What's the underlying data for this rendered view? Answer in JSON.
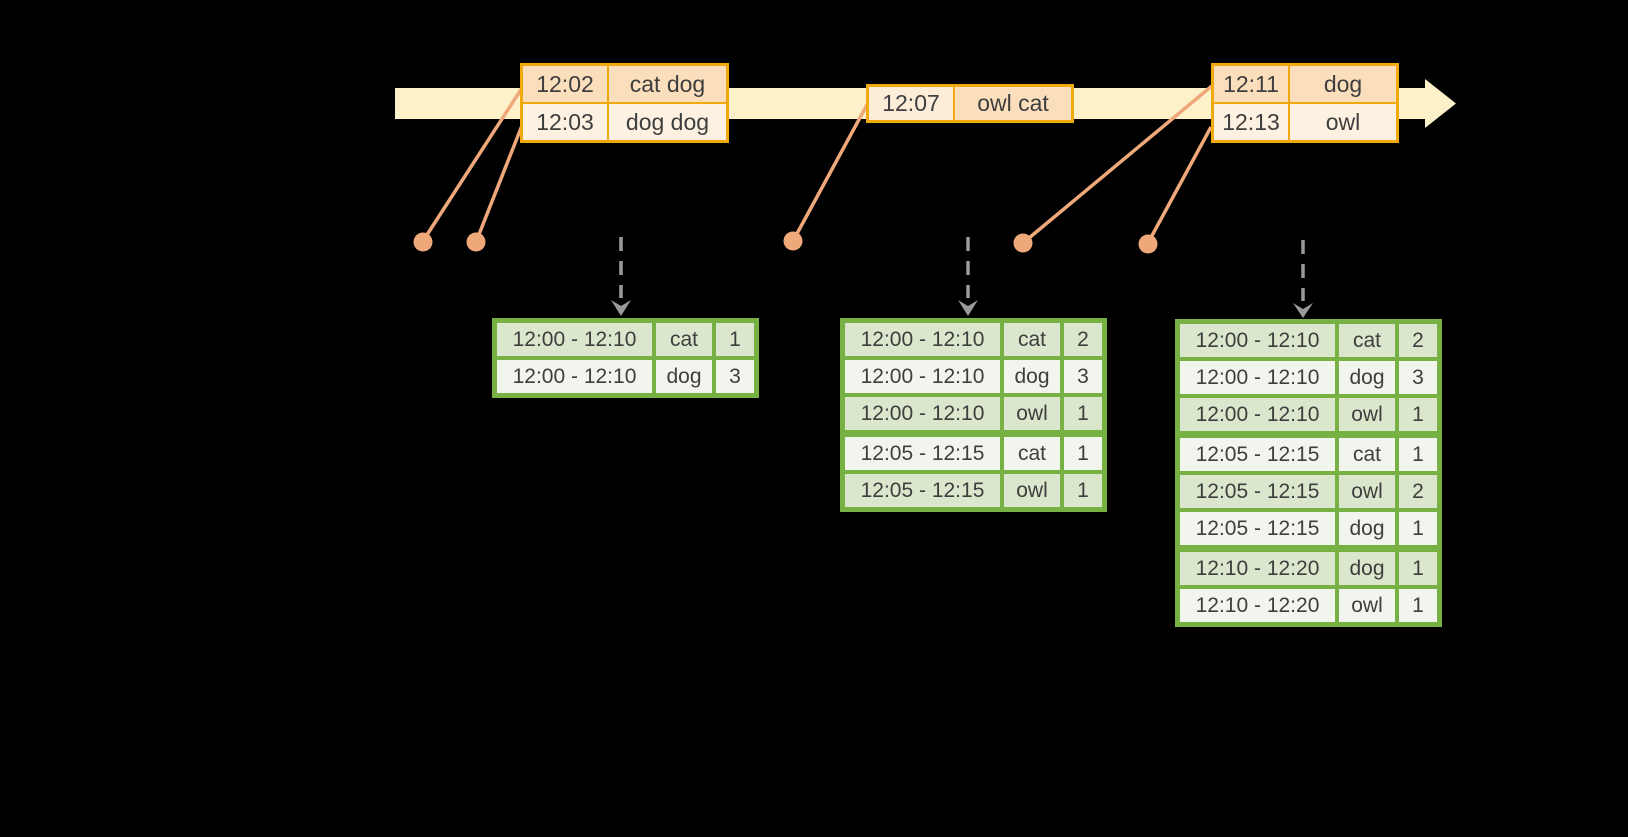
{
  "colors": {
    "background": "#000000",
    "stream_band": "#fcf1c9",
    "event_table_border": "#f0a90f",
    "event_row_peach": "#fbdfbc",
    "event_row_cream": "#fdf2e1",
    "event_time_light": "#fcecd8",
    "connector_orange": "#efa87a",
    "trigger_gray": "#9a9a9a",
    "result_table_border": "#77b043",
    "result_row_green": "#dbe7cd",
    "result_row_white": "#f2f5ed",
    "table_text": "#3e3e3e"
  },
  "event_tables": [
    {
      "rows": [
        {
          "time": "12:02",
          "words": "cat dog"
        },
        {
          "time": "12:03",
          "words": "dog dog"
        }
      ]
    },
    {
      "rows": [
        {
          "time": "12:07",
          "words": "owl cat"
        }
      ]
    },
    {
      "rows": [
        {
          "time": "12:11",
          "words": "dog"
        },
        {
          "time": "12:13",
          "words": "owl"
        }
      ]
    }
  ],
  "result_tables": [
    {
      "rows": [
        {
          "window": "12:00 - 12:10",
          "word": "cat",
          "count": "1"
        },
        {
          "window": "12:00 - 12:10",
          "word": "dog",
          "count": "3"
        }
      ]
    },
    {
      "rows": [
        {
          "window": "12:00 - 12:10",
          "word": "cat",
          "count": "2"
        },
        {
          "window": "12:00 - 12:10",
          "word": "dog",
          "count": "3"
        },
        {
          "window": "12:00 - 12:10",
          "word": "owl",
          "count": "1"
        },
        {
          "window": "12:05 - 12:15",
          "word": "cat",
          "count": "1"
        },
        {
          "window": "12:05 - 12:15",
          "word": "owl",
          "count": "1"
        }
      ]
    },
    {
      "rows": [
        {
          "window": "12:00 - 12:10",
          "word": "cat",
          "count": "2"
        },
        {
          "window": "12:00 - 12:10",
          "word": "dog",
          "count": "3"
        },
        {
          "window": "12:00 - 12:10",
          "word": "owl",
          "count": "1"
        },
        {
          "window": "12:05 - 12:15",
          "word": "cat",
          "count": "1"
        },
        {
          "window": "12:05 - 12:15",
          "word": "owl",
          "count": "2"
        },
        {
          "window": "12:05 - 12:15",
          "word": "dog",
          "count": "1"
        },
        {
          "window": "12:10 - 12:20",
          "word": "dog",
          "count": "1"
        },
        {
          "window": "12:10 - 12:20",
          "word": "owl",
          "count": "1"
        }
      ]
    }
  ]
}
